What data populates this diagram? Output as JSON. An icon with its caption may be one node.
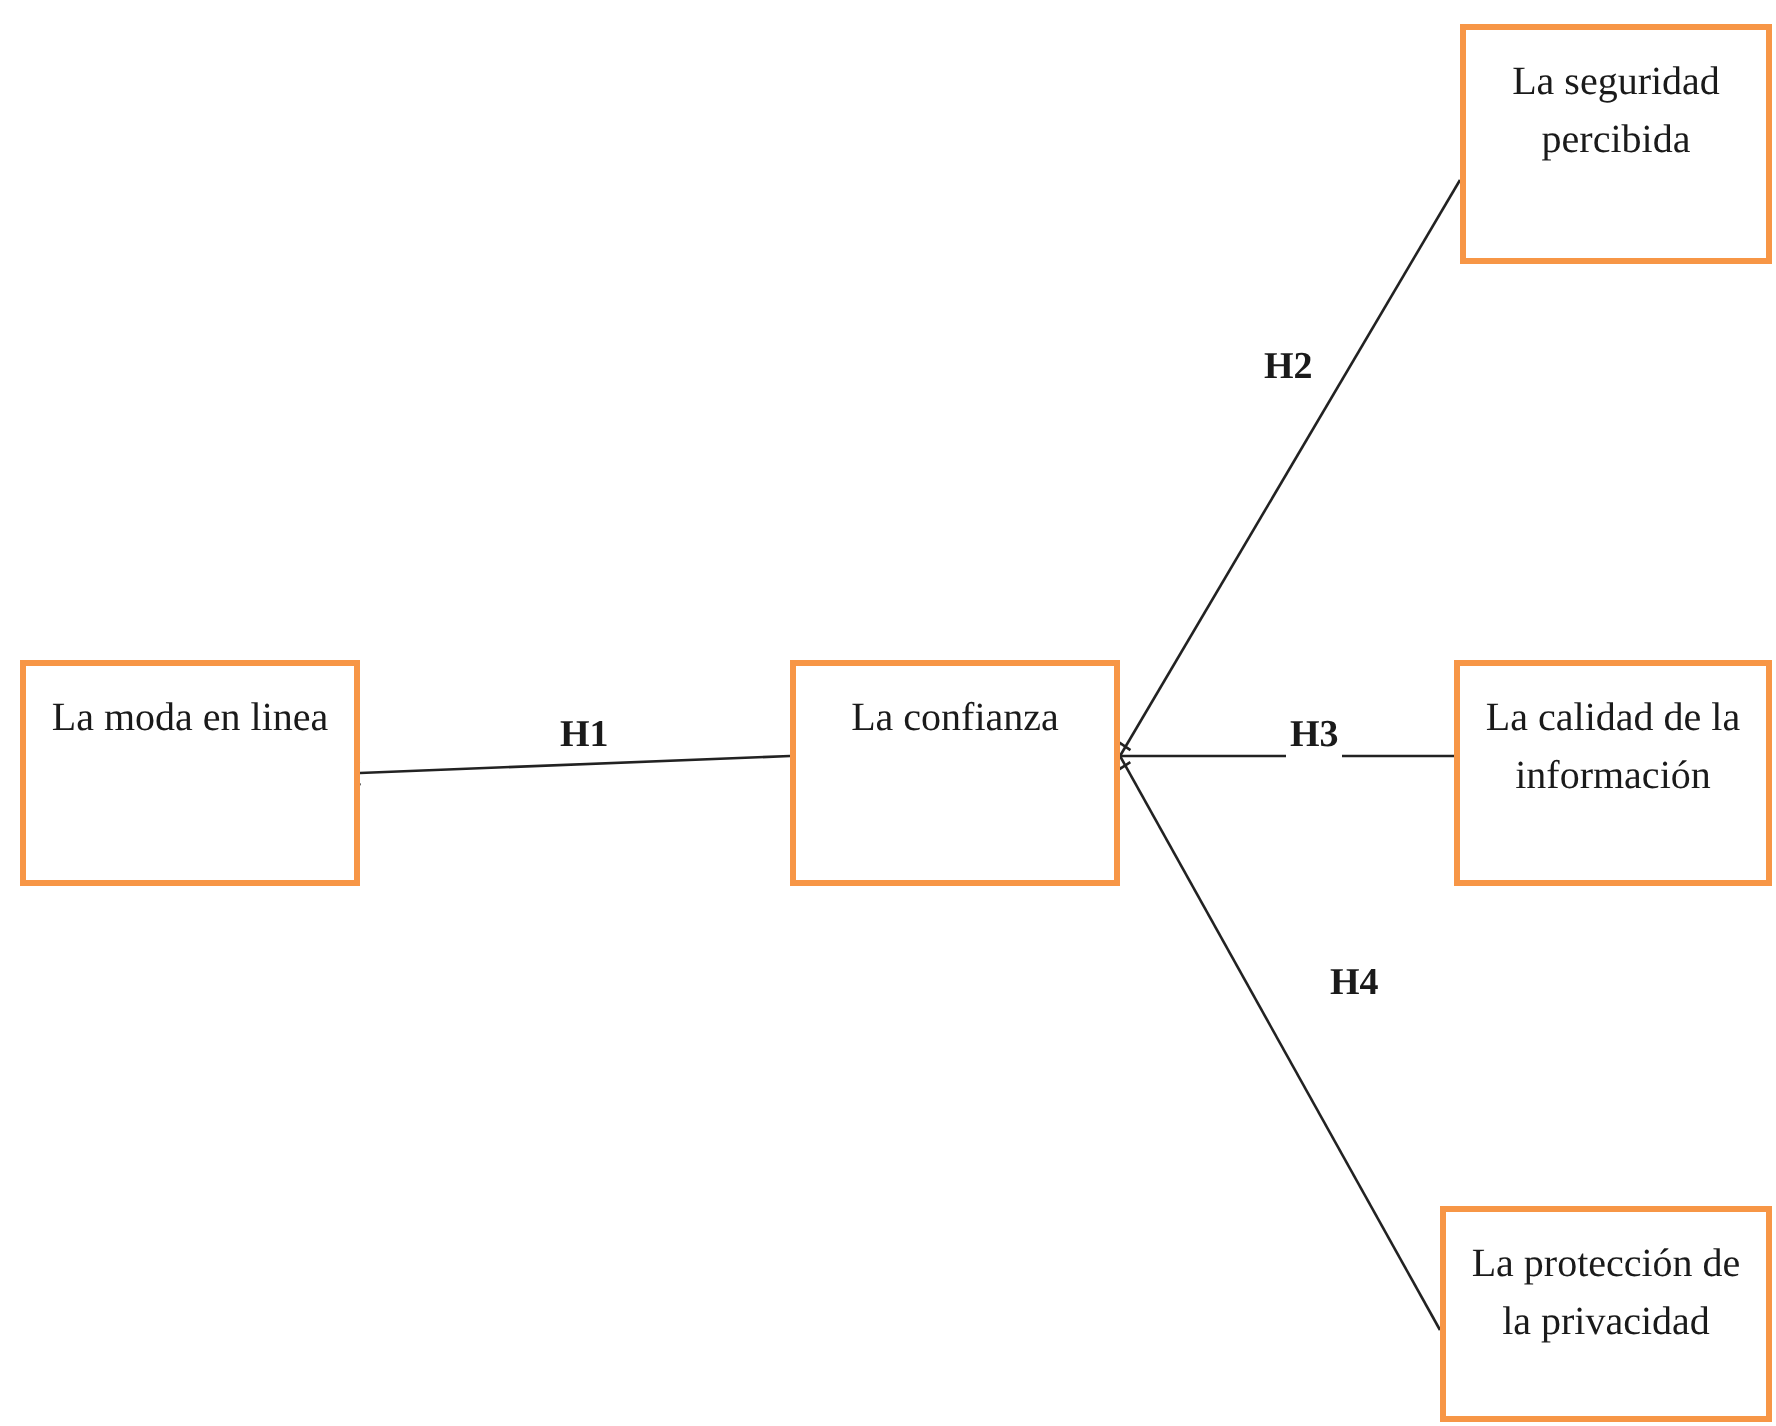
{
  "diagram": {
    "nodes": [
      {
        "text": [
          "La moda en linea"
        ]
      },
      {
        "text": [
          "La confianza"
        ]
      },
      {
        "text": [
          "La seguridad percibida"
        ]
      },
      {
        "text": [
          "La calidad de la información"
        ]
      },
      {
        "text": [
          "La protección de la privacidad"
        ]
      }
    ],
    "edges": [
      {
        "from": 1,
        "to": 0,
        "arrow": "to",
        "label": "H1"
      },
      {
        "from": 2,
        "to": 1,
        "arrow": "to",
        "label": "H2"
      },
      {
        "from": 3,
        "to": 1,
        "arrow": "to",
        "label": "H3"
      },
      {
        "from": 4,
        "to": 1,
        "arrow": "to",
        "label": "H4"
      }
    ]
  }
}
